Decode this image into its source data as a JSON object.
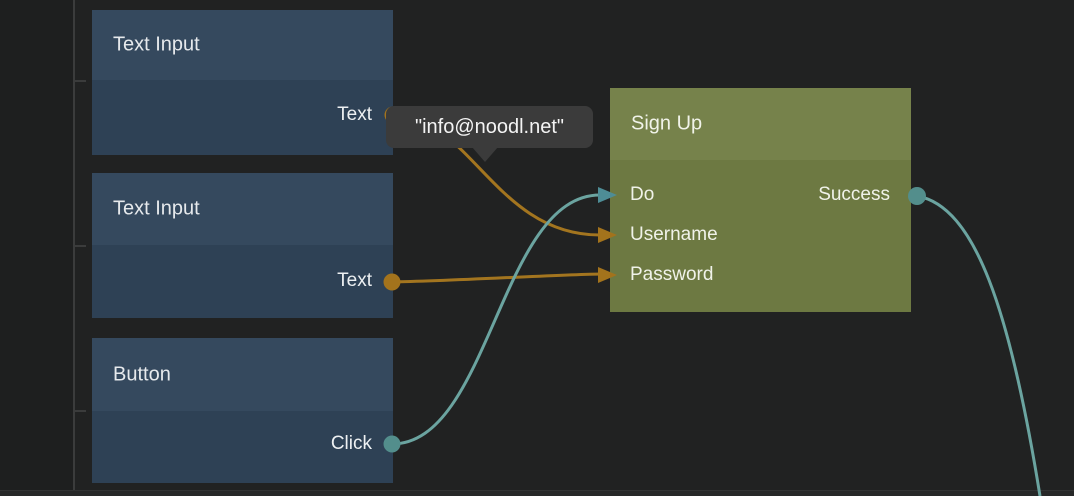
{
  "canvas": {
    "background": "#212222",
    "left_panel_color": "#1e1f1f",
    "guide_line_color": "#3b3c3c",
    "bottom_edge_color": "#272828"
  },
  "colors": {
    "node_blue_header": "#35495e",
    "node_blue_body": "#2e4155",
    "node_green_header": "#76824b",
    "node_green_body": "#6d7942",
    "wire_orange": "#a3751f",
    "wire_teal": "#6ba4a0",
    "port_orange": "#a3731c",
    "port_teal": "#538e8c",
    "arrow_teal": "#4e8d96",
    "arrow_orange": "#a3731c",
    "tooltip_bg": "#3b3b3b"
  },
  "tooltip": {
    "text": "\"info@noodl.net\""
  },
  "nodes": [
    {
      "title": "Text Input",
      "outputs": [
        {
          "label": "Text"
        }
      ]
    },
    {
      "title": "Text Input",
      "outputs": [
        {
          "label": "Text"
        }
      ]
    },
    {
      "title": "Button",
      "outputs": [
        {
          "label": "Click"
        }
      ]
    },
    {
      "title": "Sign Up",
      "inputs": [
        {
          "label": "Do"
        },
        {
          "label": "Username"
        },
        {
          "label": "Password"
        }
      ],
      "outputs": [
        {
          "label": "Success"
        }
      ]
    }
  ],
  "connections": [
    {
      "from": "Text Input 1 / Text",
      "to": "Sign Up / Username",
      "color": "orange",
      "value_shown": "\"info@noodl.net\""
    },
    {
      "from": "Text Input 2 / Text",
      "to": "Sign Up / Password",
      "color": "orange"
    },
    {
      "from": "Button / Click",
      "to": "Sign Up / Do",
      "color": "teal"
    },
    {
      "from": "Sign Up / Success",
      "to": "off-screen bottom-right",
      "color": "teal"
    }
  ]
}
